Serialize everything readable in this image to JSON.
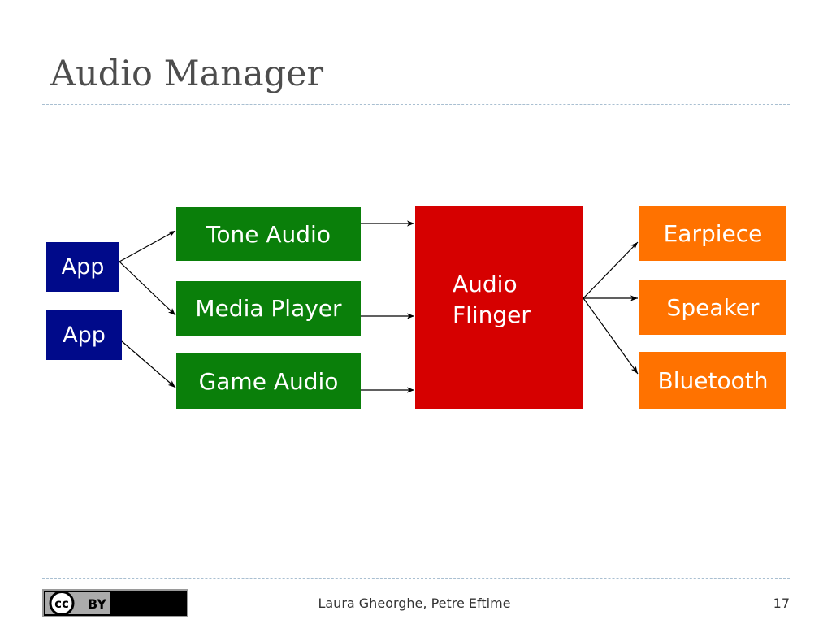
{
  "slide": {
    "title": "Audio Manager",
    "author": "Laura Gheorghe, Petre Eftime",
    "page_number": "17",
    "license_badge": "(cc) BY"
  },
  "diagram": {
    "apps": [
      {
        "label": "App"
      },
      {
        "label": "App"
      }
    ],
    "sources": [
      {
        "label": "Tone Audio"
      },
      {
        "label": "Media Player"
      },
      {
        "label": "Game Audio"
      }
    ],
    "mixer": {
      "label": "Audio\nFlinger"
    },
    "outputs": [
      {
        "label": "Earpiece"
      },
      {
        "label": "Speaker"
      },
      {
        "label": "Bluetooth"
      }
    ],
    "colors": {
      "app": "#000a8a",
      "source": "#0a7f0a",
      "mixer": "#d60000",
      "output": "#ff7200"
    }
  }
}
